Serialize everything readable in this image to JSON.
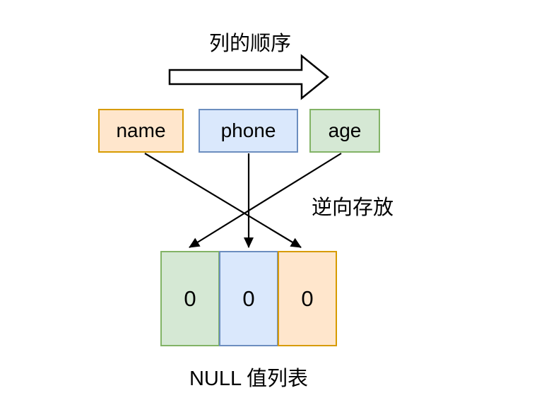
{
  "diagram": {
    "background": "#ffffff",
    "order_title": "列的顺序",
    "reverse_note": "逆向存放",
    "table_caption": "NULL 值列表",
    "line_color": "#000000",
    "block_arrow": {
      "name": "right-block-arrow",
      "fill": "#ffffff",
      "stroke": "#000000"
    },
    "columns": [
      {
        "label": "name",
        "fill": "#FFE6CC",
        "stroke": "#D79B00"
      },
      {
        "label": "phone",
        "fill": "#DAE8FC",
        "stroke": "#6C8EBF"
      },
      {
        "label": "age",
        "fill": "#D5E8D4",
        "stroke": "#82B366"
      }
    ],
    "null_list_cells": [
      {
        "value": "0",
        "fill": "#D5E8D4",
        "stroke": "#82B366"
      },
      {
        "value": "0",
        "fill": "#DAE8FC",
        "stroke": "#6C8EBF"
      },
      {
        "value": "0",
        "fill": "#FFE6CC",
        "stroke": "#D79B00"
      }
    ],
    "connectors": [
      {
        "from": "name",
        "to": "cell-right"
      },
      {
        "from": "phone",
        "to": "cell-middle"
      },
      {
        "from": "age",
        "to": "cell-left"
      }
    ]
  }
}
